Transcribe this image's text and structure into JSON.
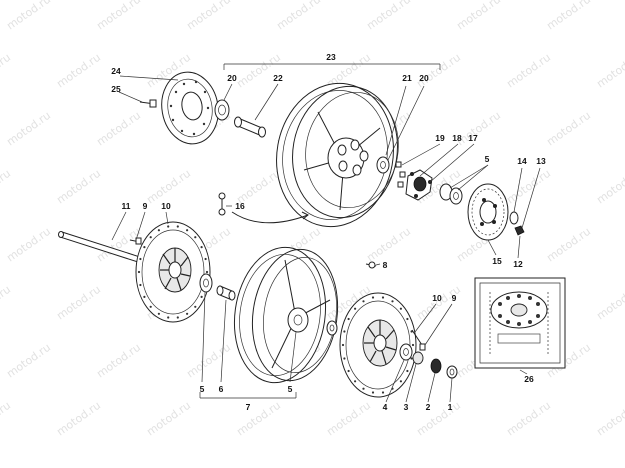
{
  "watermark": "motod.ru",
  "callouts": [
    {
      "id": "c24",
      "text": "24"
    },
    {
      "id": "c25",
      "text": "25"
    },
    {
      "id": "c20a",
      "text": "20"
    },
    {
      "id": "c22",
      "text": "22"
    },
    {
      "id": "c23",
      "text": "23"
    },
    {
      "id": "c21",
      "text": "21"
    },
    {
      "id": "c20b",
      "text": "20"
    },
    {
      "id": "c19",
      "text": "19"
    },
    {
      "id": "c18",
      "text": "18"
    },
    {
      "id": "c17",
      "text": "17"
    },
    {
      "id": "c5a",
      "text": "5"
    },
    {
      "id": "c14",
      "text": "14"
    },
    {
      "id": "c13",
      "text": "13"
    },
    {
      "id": "c16",
      "text": "16"
    },
    {
      "id": "c11",
      "text": "11"
    },
    {
      "id": "c9a",
      "text": "9"
    },
    {
      "id": "c10a",
      "text": "10"
    },
    {
      "id": "c15",
      "text": "15"
    },
    {
      "id": "c12",
      "text": "12"
    },
    {
      "id": "c8",
      "text": "8"
    },
    {
      "id": "c10b",
      "text": "10"
    },
    {
      "id": "c9b",
      "text": "9"
    },
    {
      "id": "c5b",
      "text": "5"
    },
    {
      "id": "c6",
      "text": "6"
    },
    {
      "id": "c5c",
      "text": "5"
    },
    {
      "id": "c7",
      "text": "7"
    },
    {
      "id": "c4",
      "text": "4"
    },
    {
      "id": "c3",
      "text": "3"
    },
    {
      "id": "c2",
      "text": "2"
    },
    {
      "id": "c1",
      "text": "1"
    },
    {
      "id": "c26",
      "text": "26"
    }
  ]
}
